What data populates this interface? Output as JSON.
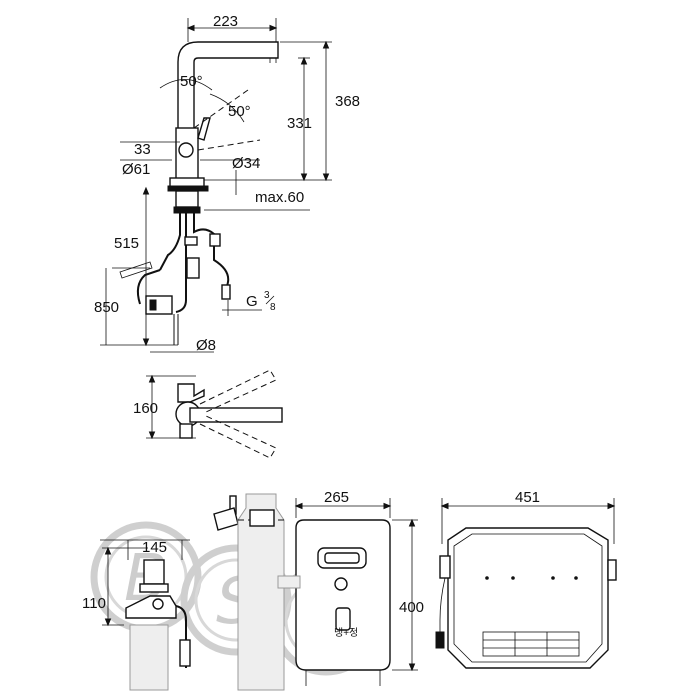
{
  "dimensions": {
    "spout_reach": "223",
    "total_height": "368",
    "spout_height": "331",
    "swivel_angle_top": "50°",
    "swivel_angle_side": "50°",
    "lever_offset": "33",
    "base_diameter": "Ø61",
    "hole_diameter": "Ø34",
    "max_deck_thickness": "max.60",
    "hose_length_inner": "515",
    "hose_length_outer": "850",
    "connection_thread": "G",
    "connection_thread_num": "3",
    "connection_thread_den": "8",
    "tube_diameter": "Ø8",
    "top_view_depth": "160",
    "valve_width": "145",
    "valve_height": "110",
    "unit_depth": "265",
    "unit_height": "400",
    "unit_width": "451"
  },
  "watermark": {
    "letters": [
      "B",
      "S",
      "K"
    ],
    "style": "circled-letters"
  },
  "unit_display_label": "냉+정"
}
